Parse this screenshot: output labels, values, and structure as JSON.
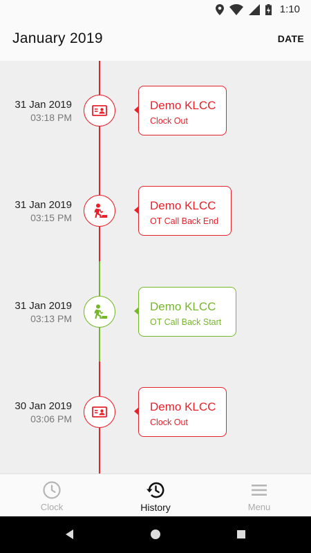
{
  "status_bar": {
    "time": "1:10"
  },
  "app_bar": {
    "title": "January 2019",
    "date_button": "DATE"
  },
  "timeline": {
    "entries": [
      {
        "date": "31 Jan 2019",
        "time": "03:18 PM",
        "location": "Demo KLCC",
        "action": "Clock Out",
        "status": "red",
        "icon": "id-card-icon"
      },
      {
        "date": "31 Jan 2019",
        "time": "03:15 PM",
        "location": "Demo KLCC",
        "action": "OT Call Back End",
        "status": "red",
        "icon": "worker-icon"
      },
      {
        "date": "31 Jan 2019",
        "time": "03:13 PM",
        "location": "Demo KLCC",
        "action": "OT Call Back Start",
        "status": "green",
        "icon": "worker-icon"
      },
      {
        "date": "30 Jan 2019",
        "time": "03:06 PM",
        "location": "Demo KLCC",
        "action": "Clock Out",
        "status": "red",
        "icon": "id-card-icon"
      }
    ]
  },
  "bottom_nav": {
    "items": [
      {
        "label": "Clock",
        "icon": "clock-icon",
        "active": false
      },
      {
        "label": "History",
        "icon": "history-icon",
        "active": true
      },
      {
        "label": "Menu",
        "icon": "menu-icon",
        "active": false
      }
    ]
  },
  "colors": {
    "red": "#e8202a",
    "green": "#76b72a",
    "background": "#efefef"
  }
}
